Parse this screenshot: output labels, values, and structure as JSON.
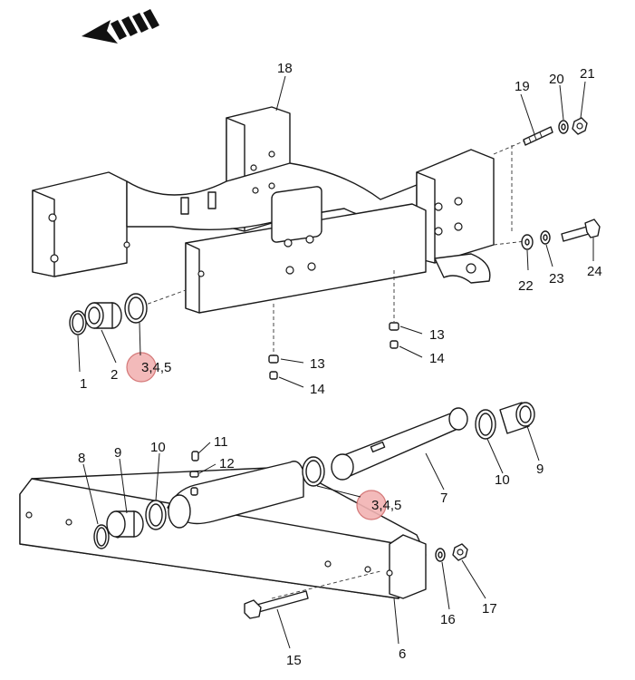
{
  "diagram": {
    "direction_icon": "arrow-forward-icon",
    "highlight_color": "#f2b3b3",
    "labels": {
      "p1": "1",
      "p2": "2",
      "p345_upper": "3,4,5",
      "p345_lower": "3,4,5",
      "p6": "6",
      "p7": "7",
      "p8": "8",
      "p9_left": "9",
      "p9_right": "9",
      "p10_left": "10",
      "p10_right": "10",
      "p11": "11",
      "p12": "12",
      "p13_left": "13",
      "p13_right": "13",
      "p14_left": "14",
      "p14_right": "14",
      "p15": "15",
      "p16": "16",
      "p17": "17",
      "p18": "18",
      "p19": "19",
      "p20": "20",
      "p21": "21",
      "p22": "22",
      "p23": "23",
      "p24": "24"
    }
  }
}
